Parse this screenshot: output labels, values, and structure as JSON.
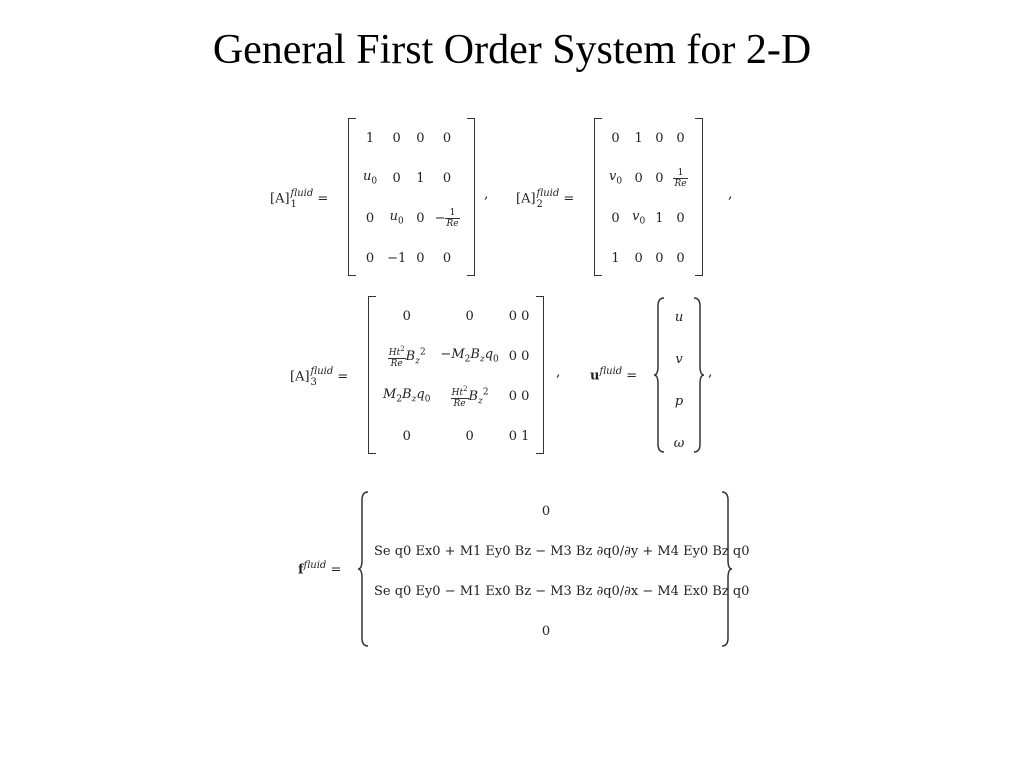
{
  "slide": {
    "title": "General First Order System for 2-D"
  },
  "equations": {
    "a1": {
      "symbol": "[A]",
      "index": "1",
      "superscript": "fluid",
      "rows": [
        [
          "1",
          "0",
          "0",
          "0"
        ],
        [
          "u0",
          "0",
          "1",
          "0"
        ],
        [
          "0",
          "u0",
          "0",
          "-1/Re"
        ],
        [
          "0",
          "-1",
          "0",
          "0"
        ]
      ]
    },
    "a2": {
      "symbol": "[A]",
      "index": "2",
      "superscript": "fluid",
      "rows": [
        [
          "0",
          "1",
          "0",
          "0"
        ],
        [
          "v0",
          "0",
          "0",
          "1/Re"
        ],
        [
          "0",
          "v0",
          "1",
          "0"
        ],
        [
          "1",
          "0",
          "0",
          "0"
        ]
      ]
    },
    "a3": {
      "symbol": "[A]",
      "index": "3",
      "superscript": "fluid",
      "rows": [
        [
          "0",
          "0",
          "0 0"
        ],
        [
          "Ht^2/Re B_z^2",
          "-M_2 B_z q_0",
          "0 0"
        ],
        [
          "M_2 B_z q_0",
          "Ht^2/Re B_z^2",
          "0 0"
        ],
        [
          "0",
          "0",
          "0 1"
        ]
      ]
    },
    "u": {
      "symbol": "u",
      "superscript": "fluid",
      "entries": [
        "u",
        "v",
        "p",
        "ω"
      ]
    },
    "f": {
      "symbol": "f",
      "superscript": "fluid",
      "entries": [
        "0",
        "Se q0 Ex0 + M1 Ey0 Bz − M3 Bz ∂q0/∂y + M4 Ey0 Bz q0",
        "Se q0 Ey0 − M1 Ex0 Bz − M3 Bz ∂q0/∂x − M4 Ex0 Bz q0",
        "0"
      ]
    },
    "separator": ","
  }
}
